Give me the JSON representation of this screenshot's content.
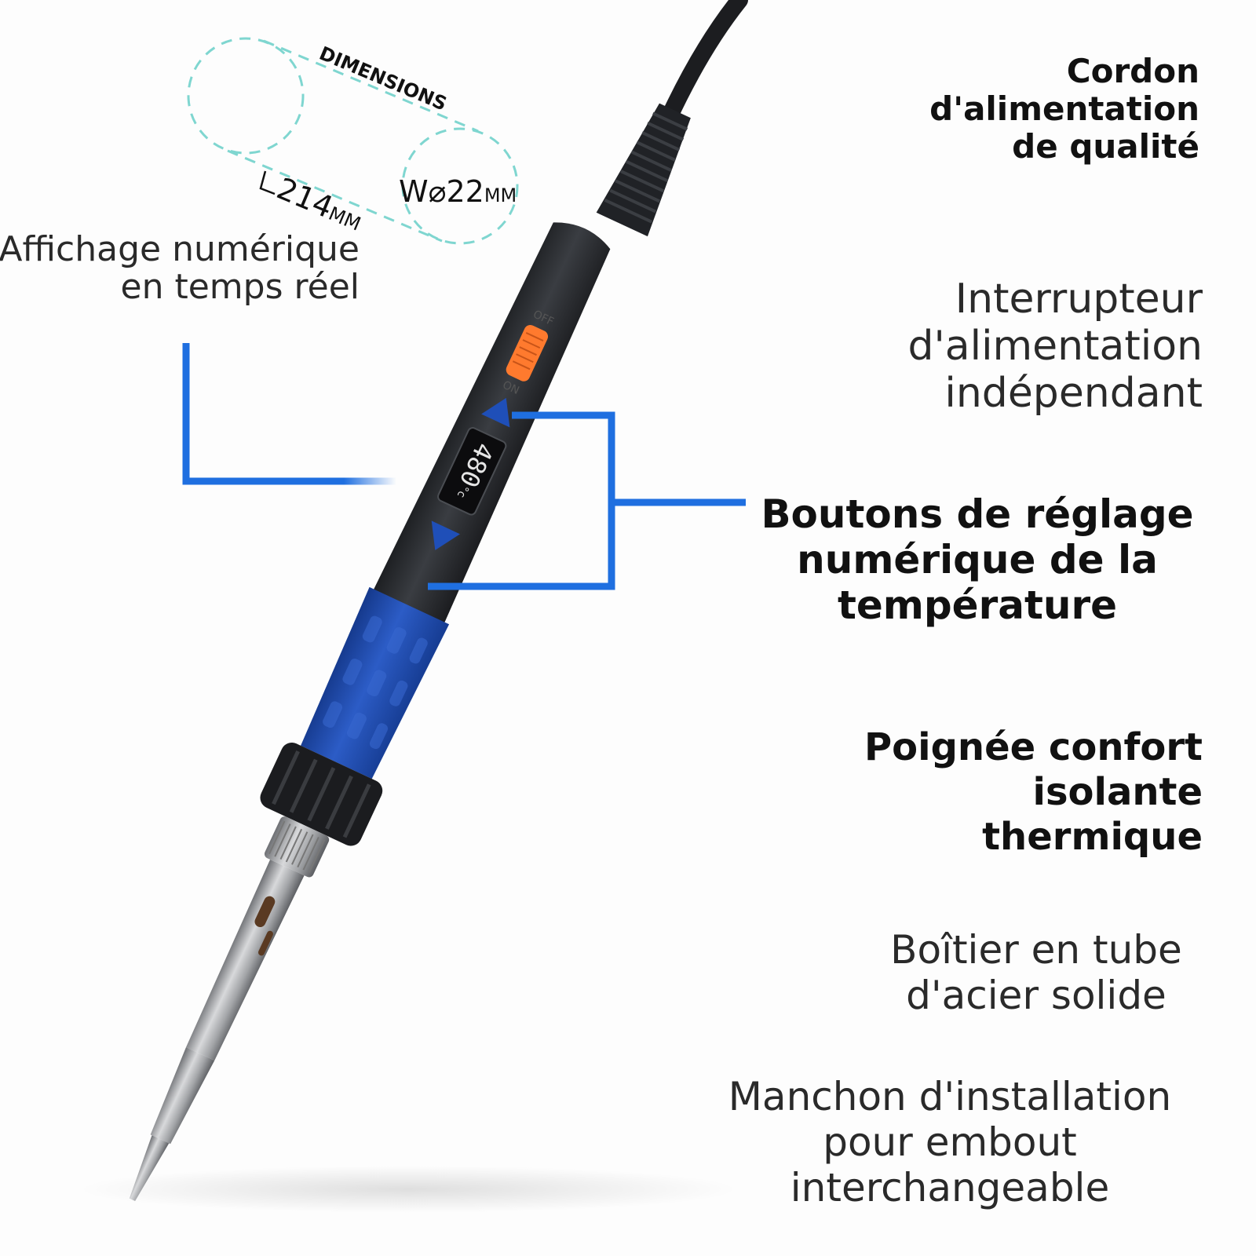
{
  "dimensions": {
    "title": "DIMENSIONS",
    "length_value": "214",
    "length_unit": "MM",
    "diameter_prefix": "W⌀22",
    "diameter_unit": "MM"
  },
  "display_reading": {
    "value": "480",
    "unit": "°c"
  },
  "iron": {
    "switch_off": "OFF",
    "switch_on": "ON"
  },
  "labels": {
    "display": [
      "Affichage numérique",
      "en temps réel"
    ],
    "cord": [
      "Cordon",
      "d'alimentation",
      "de qualité"
    ],
    "switch": [
      "Interrupteur",
      "d'alimentation",
      "indépendant"
    ],
    "buttons": [
      "Boutons de réglage",
      "numérique de la",
      "température"
    ],
    "grip": [
      "Poignée confort",
      "isolante",
      "thermique"
    ],
    "tube": [
      "Boîtier en tube",
      "d'acier solide"
    ],
    "sleeve": [
      "Manchon d'installation",
      "pour embout",
      "interchangeable"
    ]
  },
  "colors": {
    "callout_line": "#1f6fe0",
    "grip_blue": "#1f4fb8",
    "switch_orange": "#ff7a2e",
    "iron_body": "#2b2d31",
    "dimension_dash": "#7fd6d0"
  }
}
